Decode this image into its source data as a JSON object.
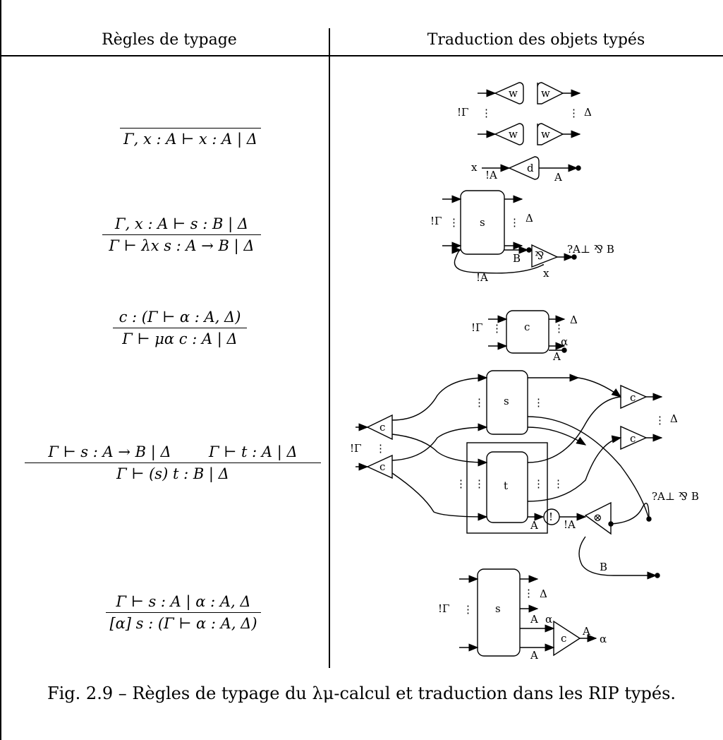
{
  "header": {
    "left": "Règles de typage",
    "right": "Traduction des objets typés"
  },
  "rules": [
    {
      "premise": "",
      "conclusion": "Γ, x : A ⊢ x : A | Δ"
    },
    {
      "premise": "Γ, x : A ⊢ s : B | Δ",
      "conclusion": "Γ ⊢ λx s : A → B | Δ"
    },
    {
      "premise": "c : (Γ ⊢ α : A, Δ)",
      "conclusion": "Γ ⊢ μα c : A | Δ"
    },
    {
      "premise": "Γ ⊢ s : A → B | Δ        Γ ⊢ t : A | Δ",
      "conclusion": "Γ ⊢ (s) t : B | Δ"
    },
    {
      "premise": "Γ ⊢ s : A | α : A, Δ",
      "conclusion": "[α] s : (Γ ⊢ α : A, Δ)"
    }
  ],
  "diagram_labels": {
    "w": "w",
    "d": "d",
    "s": "s",
    "c": "c",
    "t": "t",
    "par": "⅋",
    "tensor": "⊗",
    "bang": "!",
    "bangGamma": "!Γ",
    "delta": "Δ",
    "x": "x",
    "bangA": "!A",
    "A": "A",
    "B": "B",
    "alpha": "α",
    "parType": "?A⊥ ⅋ B",
    "vdots": "⋮"
  },
  "caption": "Fig. 2.9 – Règles de typage du λμ-calcul et traduction dans les RIP typés."
}
